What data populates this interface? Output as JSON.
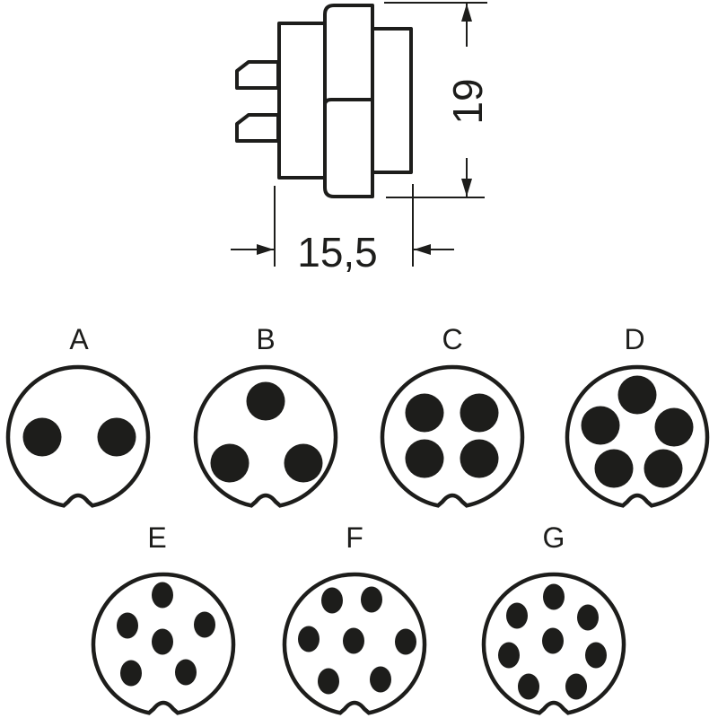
{
  "colors": {
    "stroke": "#1d1d1b",
    "fill_pin": "#1d1d1b",
    "background": "#ffffff"
  },
  "dimensions": {
    "height_value": "19",
    "width_value": "15,5"
  },
  "connectors": [
    {
      "label": "A",
      "pins": 2
    },
    {
      "label": "B",
      "pins": 3
    },
    {
      "label": "C",
      "pins": 4
    },
    {
      "label": "D",
      "pins": 5
    },
    {
      "label": "E",
      "pins": 6
    },
    {
      "label": "F",
      "pins": 7
    },
    {
      "label": "G",
      "pins": 8
    }
  ]
}
